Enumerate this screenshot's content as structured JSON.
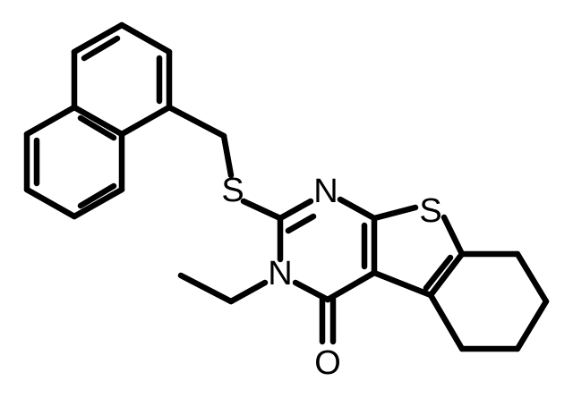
{
  "atoms": {
    "sulfur_thioether": "S",
    "nitrogen_pyrimidine_top": "N",
    "sulfur_thiophene": "S",
    "nitrogen_pyrimidine_ethyl": "N",
    "oxygen_carbonyl": "O"
  },
  "colors": {
    "bond": "#000000",
    "text": "#000000",
    "background": "#ffffff"
  }
}
